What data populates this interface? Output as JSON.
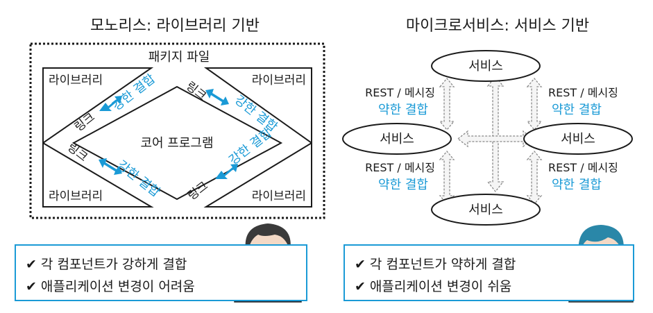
{
  "monolith": {
    "title": "모노리스: 라이브러리 기반",
    "package_label": "패키지 파일",
    "core_label": "코어 프로그램",
    "library_label": "라이브러리",
    "link_label": "링크",
    "coupling_label": "강한 결합"
  },
  "microservice": {
    "title": "마이크로서비스: 서비스 기반",
    "service_label": "서비스",
    "protocol_label": "REST / 메시징",
    "coupling_label": "약한 결합"
  },
  "left_box": {
    "items": [
      "각 컴포넌트가 강하게 결합",
      "애플리케이션 변경이 어려움"
    ]
  },
  "right_box": {
    "items": [
      "각 컴포넌트가 약하게 결합",
      "애플리케이션 변경이 쉬움"
    ]
  },
  "colors": {
    "accent": "#1a9ad6",
    "hair_left": "#3a3a3a",
    "hair_right": "#2a87a8",
    "shirt_left": "#3b5d8a",
    "shirt_right": "#7fc3e0"
  }
}
